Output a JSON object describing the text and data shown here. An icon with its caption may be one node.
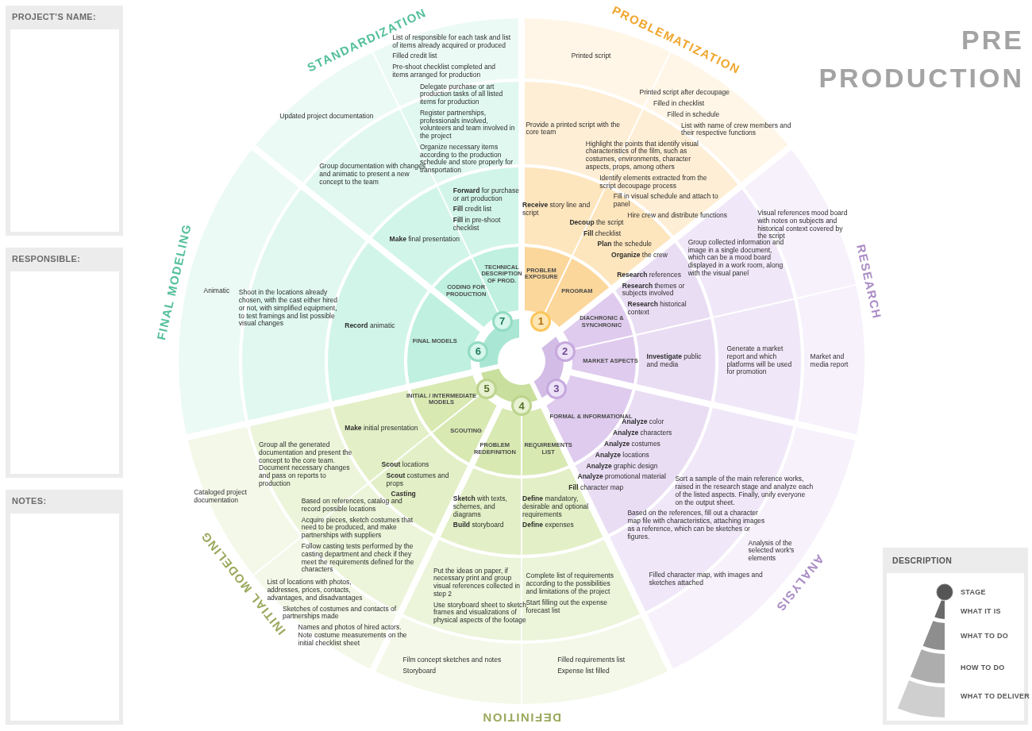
{
  "diagram": {
    "title": "PRE PRODUCTION",
    "nodes": [
      {
        "text": [
          "PROJECT’S NAME:"
        ]
      },
      {
        "text": [
          "RESPONSIBLE:"
        ]
      },
      {
        "text": [
          "NOTES:"
        ]
      },
      {
        "text": [
          "1"
        ]
      },
      {
        "text": [
          "PROBLEM EXPOSURE"
        ]
      },
      {
        "text": [
          "PROGRAM"
        ]
      },
      {
        "text": [
          "**Receive** story line and script"
        ]
      },
      {
        "text": [
          "**Decoup** the script",
          "**Fill** checklist",
          "**Plan** the schedule",
          "**Organize** the crew"
        ]
      },
      {
        "text": [
          "Provide a printed script with the core team"
        ]
      },
      {
        "text": [
          "Highlight the points that identify visual characteristics of the film, such as costumes, environments, character aspects, props, among others",
          "Identify elements extracted from the script decoupage process",
          "Fill in visual schedule and attach to panel",
          "Hire crew and distribute functions"
        ]
      },
      {
        "text": [
          "Printed script"
        ]
      },
      {
        "text": [
          "Printed script after decoupage",
          "Filled in checklist",
          "Filled in schedule",
          "List with name of crew members and their respective functions"
        ]
      },
      {
        "text": [
          "2"
        ]
      },
      {
        "text": [
          "DIACHRONIC & SYNCHRONIC"
        ]
      },
      {
        "text": [
          "MARKET ASPECTS"
        ]
      },
      {
        "text": [
          "**Research** references",
          "**Research** themes or subjects involved",
          "**Research** historical context"
        ]
      },
      {
        "text": [
          "**Investigate** public and media"
        ]
      },
      {
        "text": [
          "Group collected information and image in a single document, which can be a mood board displayed in a work room, along with the visual panel"
        ]
      },
      {
        "text": [
          "Generate a market report and which platforms will be used for promotion"
        ]
      },
      {
        "text": [
          "Visual references mood board with notes on subjects and historical context covered by the script"
        ]
      },
      {
        "text": [
          "Market and media report"
        ]
      },
      {
        "text": [
          "3"
        ]
      },
      {
        "text": [
          "FORMAL & INFORMATIONAL"
        ]
      },
      {
        "text": [
          "**Analyze** color",
          "**Analyze** characters",
          "**Analyze** costumes",
          "**Analyze** locations",
          "**Analyze** graphic design",
          "**Analyze** promotional material",
          "**Fill** character map"
        ]
      },
      {
        "text": [
          "Sort a sample of the main reference works, raised in the research stage and analyze each of the listed aspects. Finally, unify everyone on the output sheet.",
          "Based on the references, fill out a character map file with characteristics, attaching images as a reference, which can be sketches or figures."
        ]
      },
      {
        "text": [
          "Analysis of the selected work's elements",
          "Filled character map, with images and sketches attached"
        ]
      },
      {
        "text": [
          "4"
        ]
      },
      {
        "text": [
          "REQUIREMENTS LIST"
        ]
      },
      {
        "text": [
          "PROBLEM REDEFINITION"
        ]
      },
      {
        "text": [
          "**Define** mandatory, desirable and optional requirements",
          "**Define** expenses"
        ]
      },
      {
        "text": [
          "**Sketch** with texts, schemes, and diagrams",
          "**Build** storyboard"
        ]
      },
      {
        "text": [
          "Complete list of requirements according to the possibilities and limitations of the project",
          "Start filling out the expense forecast list"
        ]
      },
      {
        "text": [
          "Put the ideas on paper, if necessary print and group visual references collected in step 2",
          "Use storyboard sheet to sketch frames and visualizations of physical aspects of the footage"
        ]
      },
      {
        "text": [
          "Filled requirements list",
          "Expense list filled"
        ]
      },
      {
        "text": [
          "Film concept sketches and notes",
          "Storyboard"
        ]
      },
      {
        "text": [
          "5"
        ]
      },
      {
        "text": [
          "SCOUTING"
        ]
      },
      {
        "text": [
          "INITIAL / INTERMEDIATE MODELS"
        ]
      },
      {
        "text": [
          "**Scout** locations",
          "**Scout** costumes and props",
          "**Casting**"
        ]
      },
      {
        "text": [
          "**Make** initial presentation"
        ]
      },
      {
        "text": [
          "Based on references, catalog and record possible locations",
          "Acquire pieces, sketch costumes that need to be produced, and make partnerships with suppliers",
          "Follow casting tests performed by the casting department and check if they meet the requirements defined for the characters"
        ]
      },
      {
        "text": [
          "Group all the generated documentation and present the concept to the core team. Document necessary changes and pass on reports to production"
        ]
      },
      {
        "text": [
          "List of locations with photos, addresses, prices, contacts, advantages, and disadvantages",
          "Sketches of costumes and contacts of partnerships made",
          "Names and photos of hired actors. Note costume measurements on the initial checklist sheet"
        ]
      },
      {
        "text": [
          "Cataloged project documentation"
        ]
      },
      {
        "text": [
          "6"
        ]
      },
      {
        "text": [
          "FINAL MODELS"
        ]
      },
      {
        "text": [
          "**Record** animatic"
        ]
      },
      {
        "text": [
          "Shoot in the locations already chosen, with the cast either hired or not, with simplified equipment, to test framings and list possible visual changes"
        ]
      },
      {
        "text": [
          "Animatic"
        ]
      },
      {
        "text": [
          "7"
        ]
      },
      {
        "text": [
          "CODING FOR PRODUCTION"
        ]
      },
      {
        "text": [
          "TECHNICAL DESCRIPTION OF PROD."
        ]
      },
      {
        "text": [
          "**Make** final presentation"
        ]
      },
      {
        "text": [
          "**Forward** for purchase or art production",
          "**Fill** credit list",
          "**Fill** in pre-shoot checklist"
        ]
      },
      {
        "text": [
          "Group documentation with changes and animatic to present a new concept to the team"
        ]
      },
      {
        "text": [
          "Delegate purchase or art production tasks of all listed items for production",
          "Register partnerships, professionals involved, volunteers and team involved in the project",
          "Organize necessary items according to the production schedule and store properly for transportation"
        ]
      },
      {
        "text": [
          "Updated project documentation"
        ]
      },
      {
        "text": [
          "List of responsible for each task and list of items already acquired or produced",
          "Filled credit list",
          "Pre-shoot checklist completed and items arranged for production"
        ]
      }
    ],
    "labels": [
      "PROBLEMATIZATION",
      "RESEARCH",
      "ANALYSIS",
      "DEFINITION",
      "INITIAL MODELING",
      "FINAL MODELING",
      "STANDARDIZATION",
      "DESCRIPTION"
    ],
    "legend": [
      {
        "text": "STAGE"
      },
      {
        "text": "WHAT IT IS"
      },
      {
        "text": "WHAT TO DO"
      },
      {
        "text": "HOW TO DO"
      },
      {
        "text": "WHAT TO DELIVER"
      }
    ]
  }
}
